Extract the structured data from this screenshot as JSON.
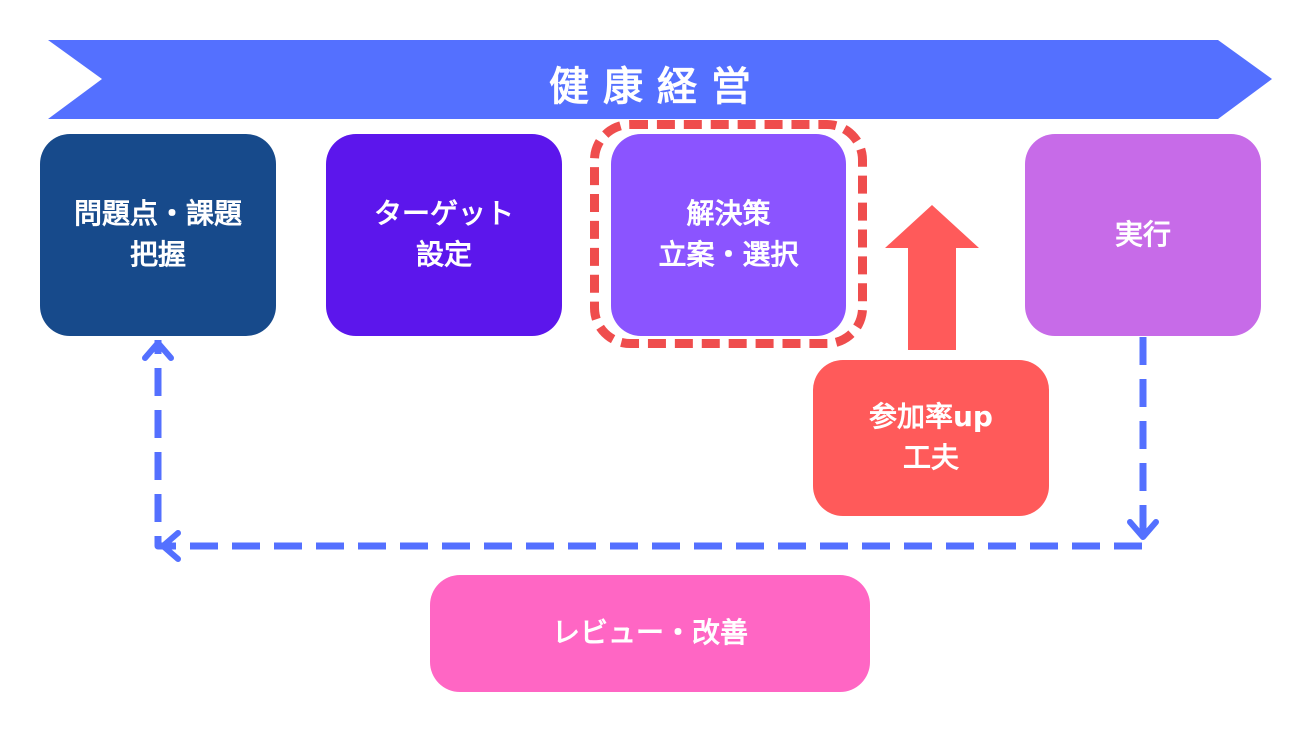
{
  "banner": {
    "title": "健康経営",
    "color": "#5470ff"
  },
  "steps": [
    {
      "lines": [
        "問題点・課題",
        "把握"
      ],
      "color": "#174a8b"
    },
    {
      "lines": [
        "ターゲット",
        "設定"
      ],
      "color": "#5c16ec"
    },
    {
      "lines": [
        "解決策",
        "立案・選択"
      ],
      "color": "#8b54ff"
    },
    {
      "lines": [
        "実行"
      ],
      "color": "#c76be8"
    },
    {
      "lines": [
        "参加率up",
        "工夫"
      ],
      "color": "#ff5a5a"
    },
    {
      "lines": [
        "レビュー・改善"
      ],
      "color": "#ff66c4"
    }
  ],
  "highlight": {
    "color": "#ef4d4d",
    "style": "dashed"
  },
  "flow": {
    "color": "#5470ff",
    "style": "dashed"
  },
  "up_arrow": {
    "color": "#ff5a5a"
  }
}
